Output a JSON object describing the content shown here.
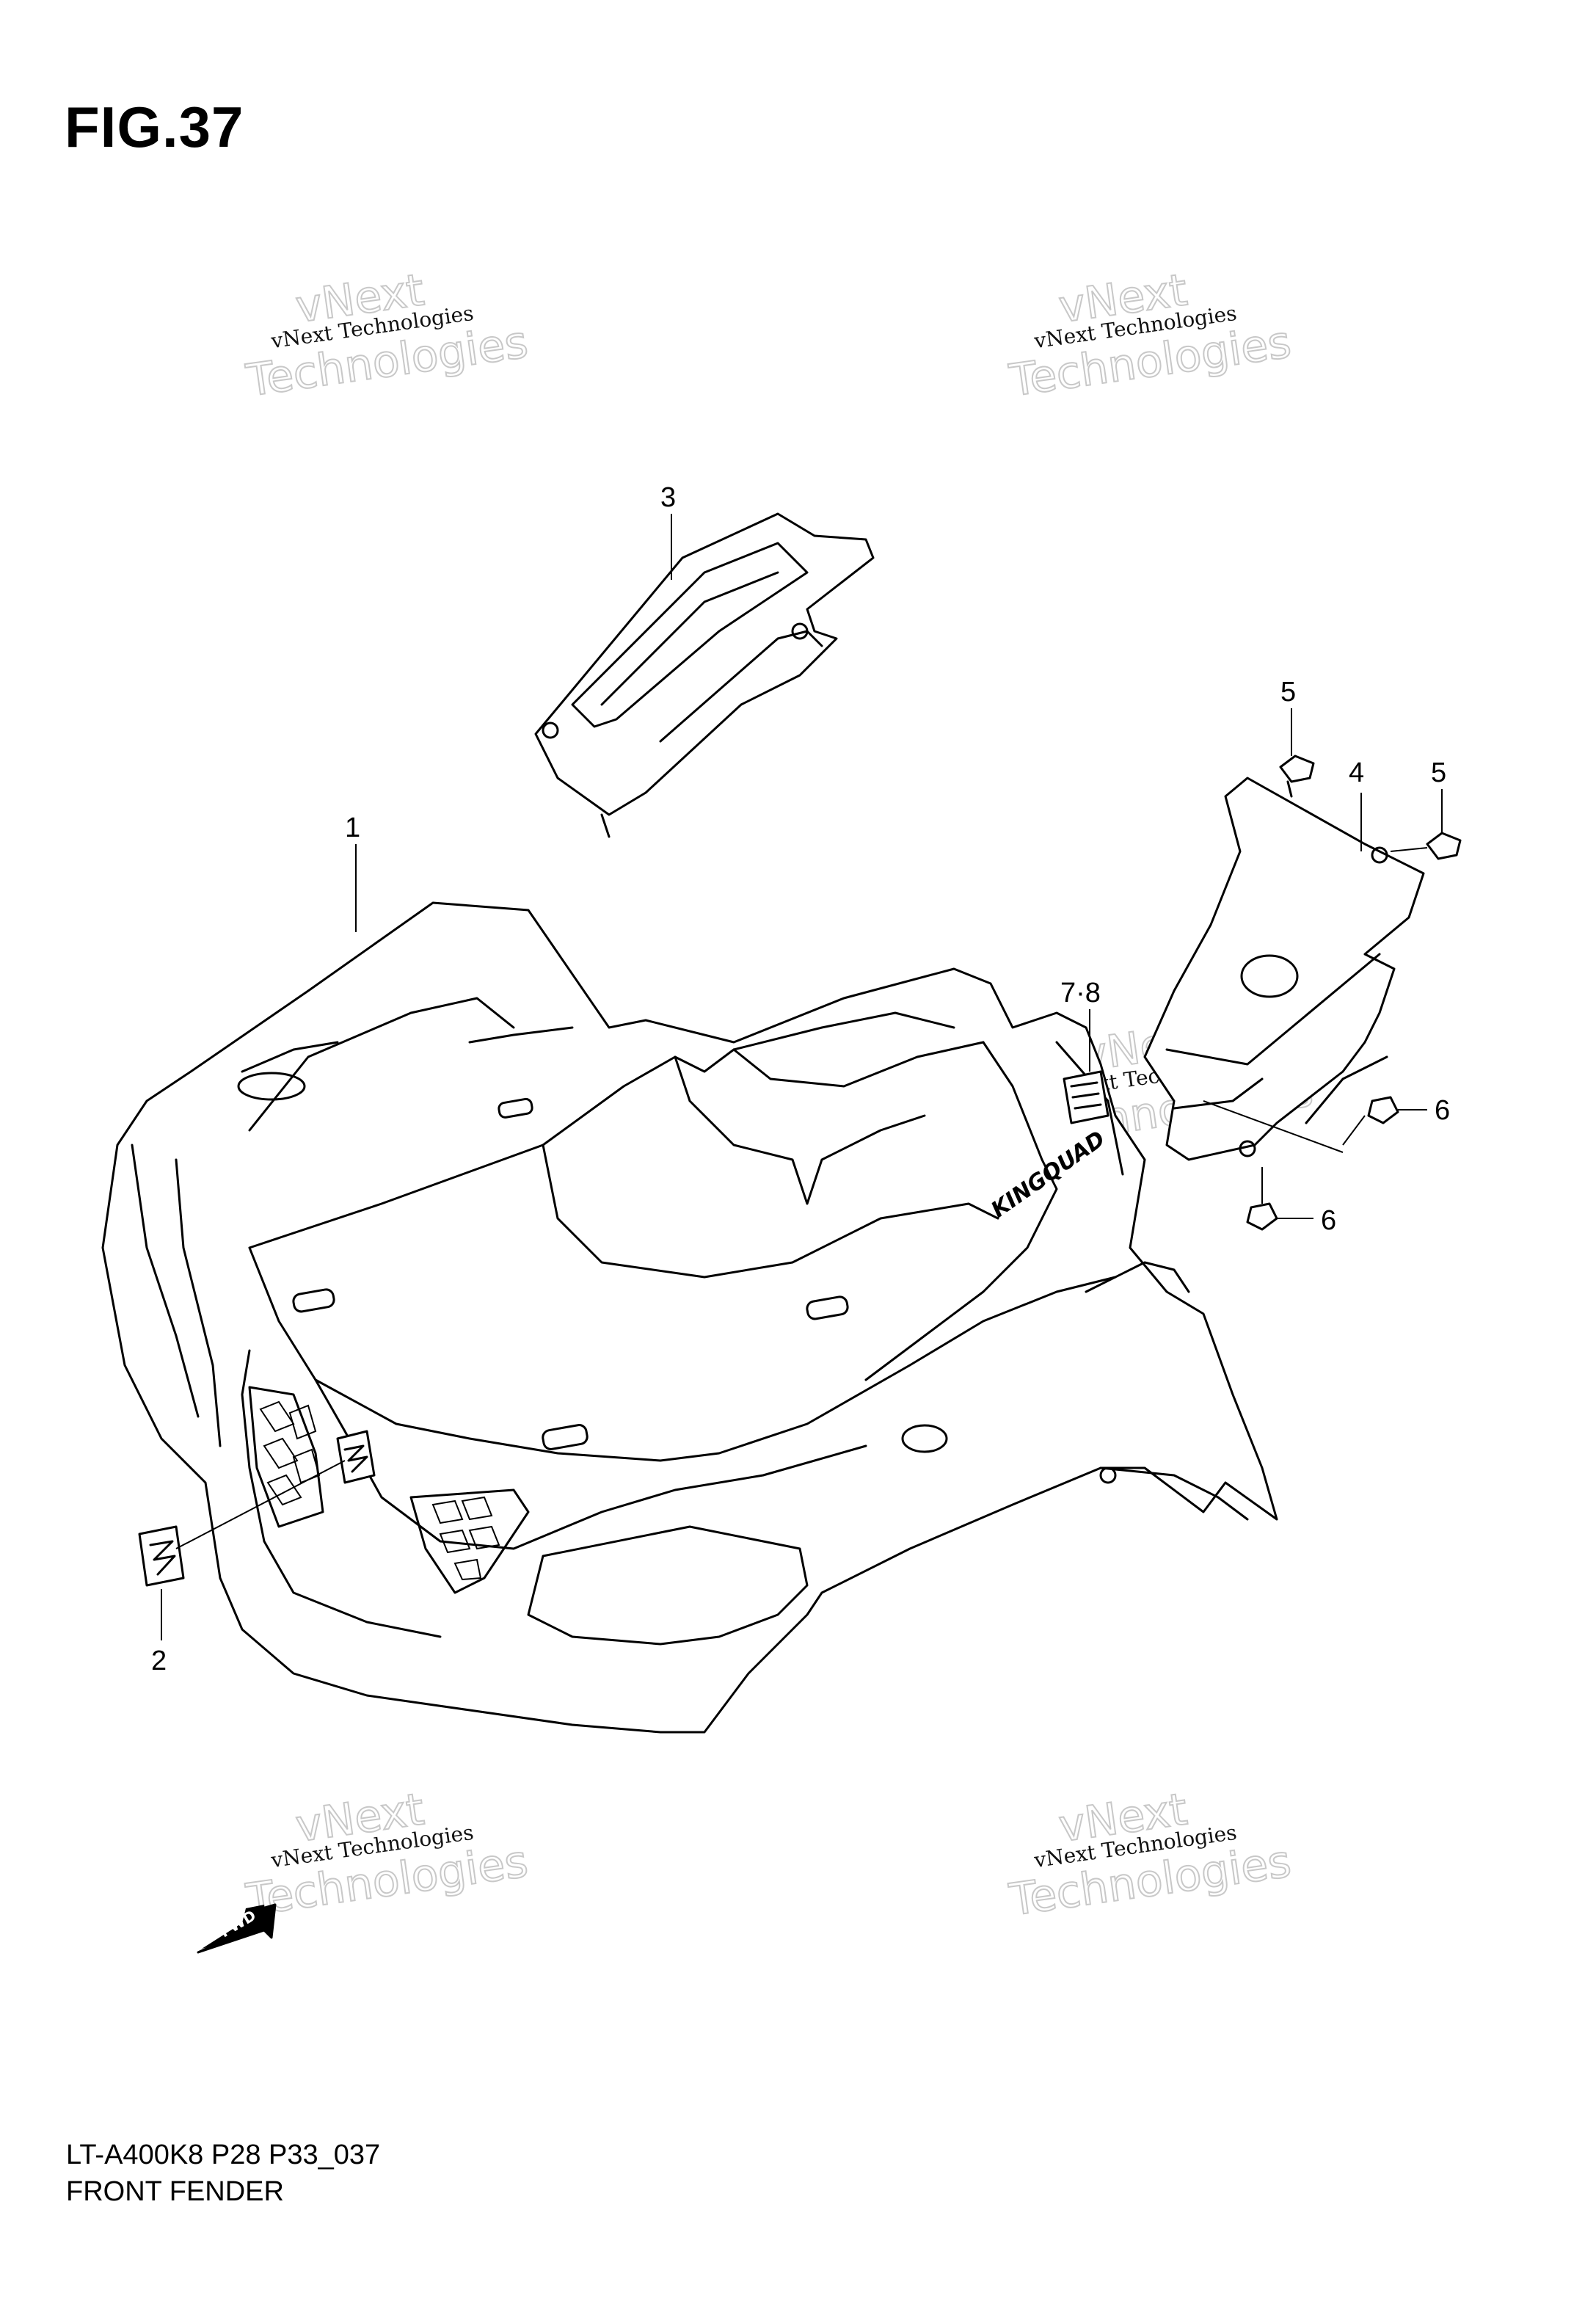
{
  "figure": {
    "title": "FIG.37",
    "model_code": "LT-A400K8 P28 P33_037",
    "assembly_name": "FRONT FENDER"
  },
  "callouts": [
    {
      "id": "c1",
      "label": "1"
    },
    {
      "id": "c2",
      "label": "2"
    },
    {
      "id": "c3",
      "label": "3"
    },
    {
      "id": "c4",
      "label": "4"
    },
    {
      "id": "c5a",
      "label": "5"
    },
    {
      "id": "c5b",
      "label": "5"
    },
    {
      "id": "c6a",
      "label": "6"
    },
    {
      "id": "c6b",
      "label": "6"
    },
    {
      "id": "c78",
      "label": "7·8"
    }
  ],
  "watermark": {
    "line1": "vNext Technologies",
    "line2": "vNext",
    "line3": "Technologies"
  },
  "decal_text": "KINGQUAD",
  "fwd_label": "FWD"
}
